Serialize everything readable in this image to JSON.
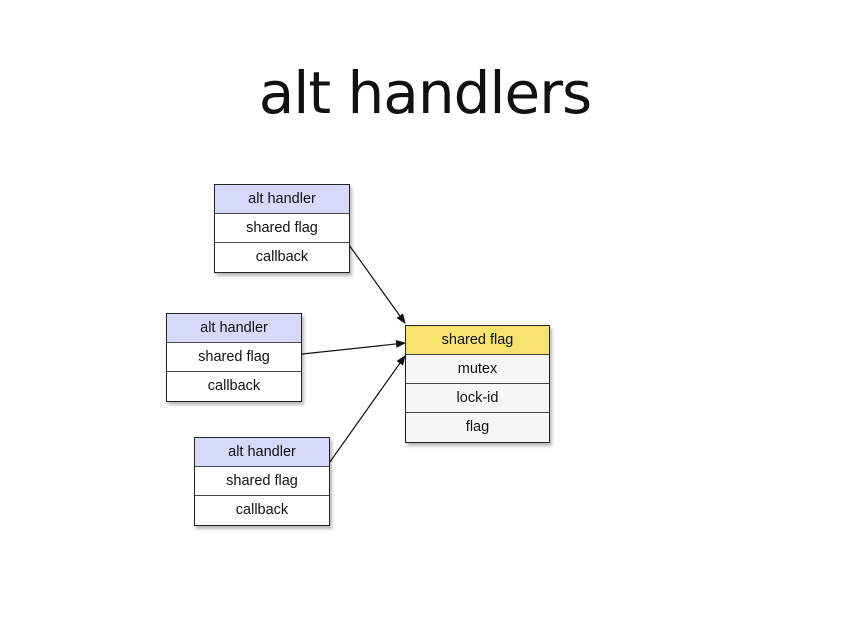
{
  "slide": {
    "title": "alt handlers"
  },
  "handlers": [
    {
      "header": "alt handler",
      "rows": [
        "shared flag",
        "callback"
      ]
    },
    {
      "header": "alt handler",
      "rows": [
        "shared flag",
        "callback"
      ]
    },
    {
      "header": "alt handler",
      "rows": [
        "shared flag",
        "callback"
      ]
    }
  ],
  "shared_flag": {
    "header": "shared flag",
    "fields": [
      "mutex",
      "lock-id",
      "flag"
    ]
  },
  "colors": {
    "handler_header": "#d7d9fb",
    "shared_flag_header": "#f5e36e",
    "field_background": "#f6f6f6",
    "line": "#111111"
  }
}
